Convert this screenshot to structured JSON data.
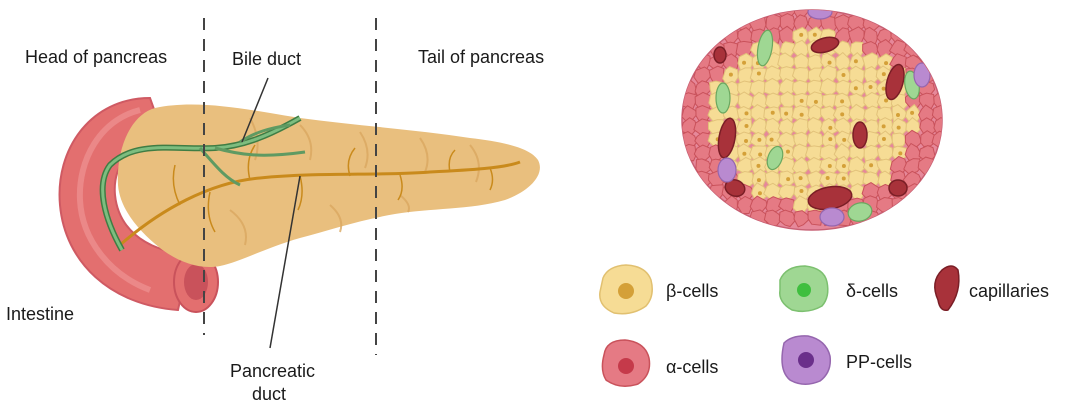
{
  "labels": {
    "head": "Head of pancreas",
    "bile": "Bile duct",
    "tail": "Tail of pancreas",
    "intestine": "Intestine",
    "pancreatic_1": "Pancreatic",
    "pancreatic_2": "duct"
  },
  "legend": {
    "beta": "β-cells",
    "delta": "δ-cells",
    "capillaries": "capillaries",
    "alpha": "α-cells",
    "pp": "PP-cells"
  },
  "colors": {
    "pancreas": "#e9bf7e",
    "pancreas_dark": "#d9a860",
    "duct": "#c98a1c",
    "bile": "#5f9a62",
    "intestine": "#e36f6f",
    "intestine_dark": "#c9525b",
    "beta": "#f6dc95",
    "beta_nucleus": "#d4a038",
    "alpha": "#e57a84",
    "alpha_nucleus": "#c53a4a",
    "delta": "#9fd793",
    "delta_nucleus": "#3fbf3f",
    "pp": "#b98ad0",
    "pp_nucleus": "#6a2f8a",
    "capillary": "#a8323a",
    "capillary_dark": "#7a1e26"
  }
}
